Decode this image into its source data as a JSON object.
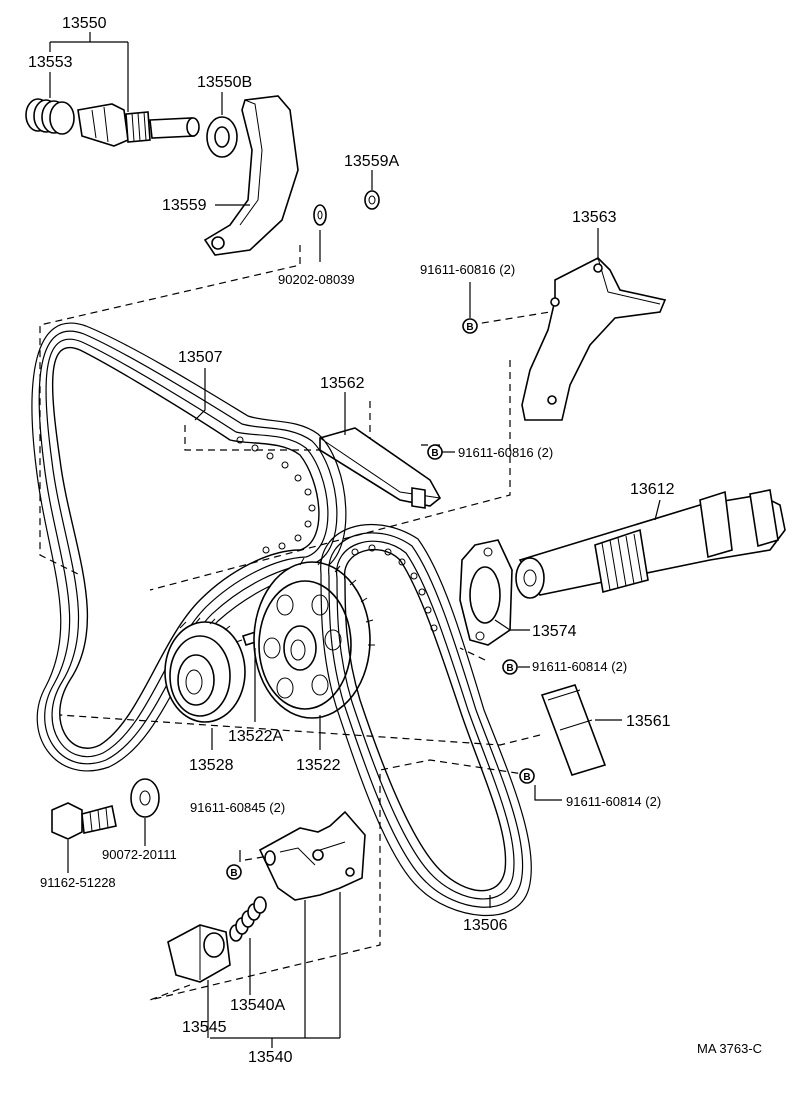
{
  "parts": {
    "p13550": "13550",
    "p13553": "13553",
    "p13550B": "13550B",
    "p13559A": "13559A",
    "p13559": "13559",
    "p90202_08039": "90202-08039",
    "p13563": "13563",
    "p91611_60816_a": "91611-60816 (2)",
    "p13507": "13507",
    "p13562": "13562",
    "p91611_60816_b": "91611-60816 (2)",
    "p13612": "13612",
    "p13574": "13574",
    "p91611_60814_a": "91611-60814 (2)",
    "p13561": "13561",
    "p13528": "13528",
    "p13522A": "13522A",
    "p13522": "13522",
    "p91611_60814_b": "91611-60814 (2)",
    "p91611_60845": "91611-60845 (2)",
    "p90072_20111": "90072-20111",
    "p91162_51228": "91162-51228",
    "p13506": "13506",
    "p13540A": "13540A",
    "p13545": "13545",
    "p13540": "13540"
  },
  "bolt_mark": "B",
  "drawing_code": "MA  3763-C"
}
